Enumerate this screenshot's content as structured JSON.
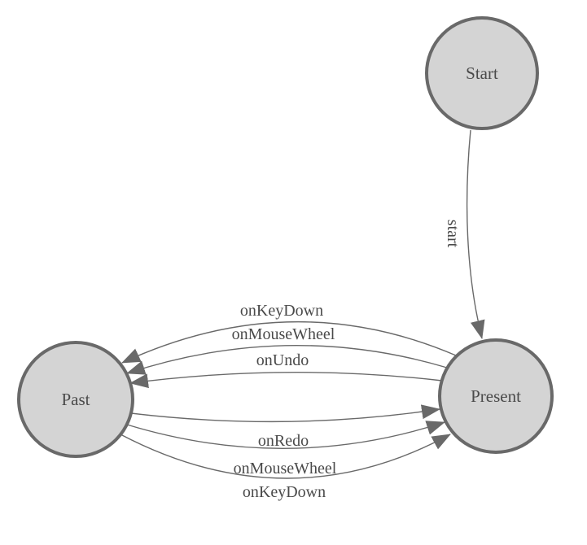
{
  "diagram": {
    "kind": "state-machine",
    "colors": {
      "node_fill": "#d4d4d4",
      "node_stroke": "#696969",
      "edge_color": "#696969",
      "text_color": "#4a4a4a"
    },
    "nodes": [
      {
        "label": "Start"
      },
      {
        "label": "Present"
      },
      {
        "label": "Past"
      }
    ],
    "edges": [
      {
        "from": "Start",
        "to": "Present",
        "label": "start"
      },
      {
        "from": "Present",
        "to": "Past",
        "label": "onKeyDown"
      },
      {
        "from": "Present",
        "to": "Past",
        "label": "onMouseWheel"
      },
      {
        "from": "Present",
        "to": "Past",
        "label": "onUndo"
      },
      {
        "from": "Past",
        "to": "Present",
        "label": "onRedo"
      },
      {
        "from": "Past",
        "to": "Present",
        "label": "onMouseWheel"
      },
      {
        "from": "Past",
        "to": "Present",
        "label": "onKeyDown"
      }
    ]
  }
}
